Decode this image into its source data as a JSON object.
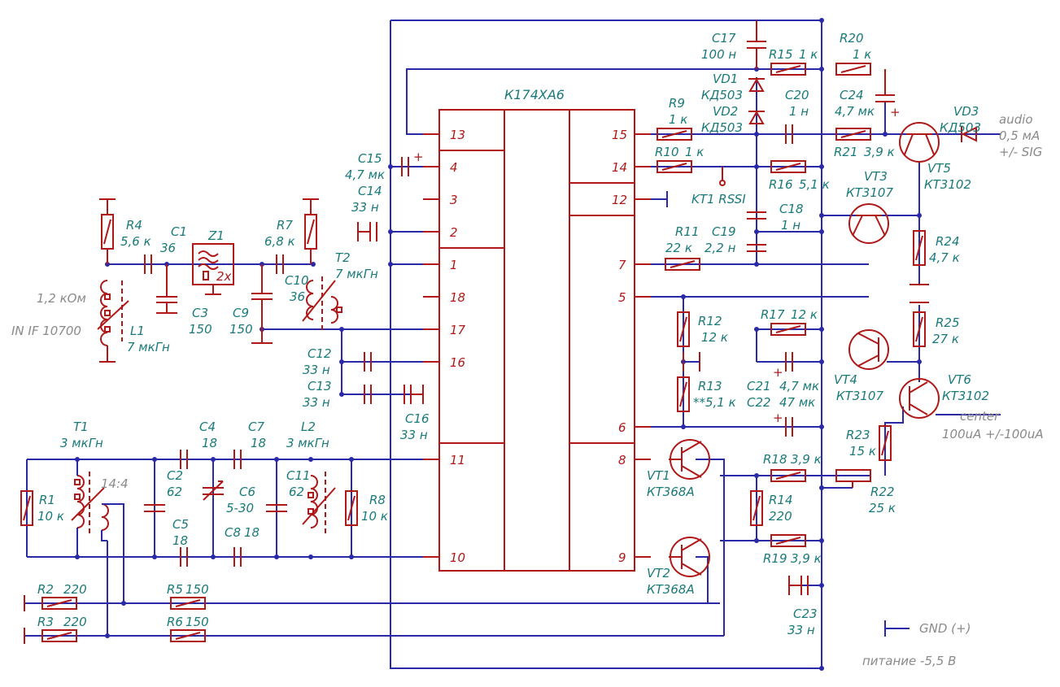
{
  "ic": {
    "name": "К174ХА6",
    "left_pins": [
      "13",
      "4",
      "3",
      "2",
      "1",
      "18",
      "17",
      "16",
      "11",
      "10"
    ],
    "right_pins": [
      "15",
      "14",
      "12",
      "7",
      "5",
      "6",
      "8",
      "9"
    ]
  },
  "inputs": {
    "if_impedance": "1,2 кОм",
    "if_input": "IN IF 10700",
    "audio_line1": "audio",
    "audio_line2": "0,5 мА",
    "audio_line3": "+/- SIG",
    "kt1": "KT1 RSSI",
    "center_line1": "center",
    "center_line2": "100uA +/-100uA",
    "gnd": "GND (+)",
    "supply": "питание -5,5 В"
  },
  "parts": {
    "R1": [
      "R1",
      "10 к"
    ],
    "R2": [
      "R2",
      "220"
    ],
    "R3": [
      "R3",
      "220"
    ],
    "R4": [
      "R4",
      "5,6 к"
    ],
    "R5": [
      "R5",
      "150"
    ],
    "R6": [
      "R6",
      "150"
    ],
    "R7": [
      "R7",
      "6,8 к"
    ],
    "R8": [
      "R8",
      "10 к"
    ],
    "R9": [
      "R9",
      "1 к"
    ],
    "R10": [
      "R10",
      "1 к"
    ],
    "R11": [
      "R11",
      "22 к"
    ],
    "R12": [
      "R12",
      "12 к"
    ],
    "R13": [
      "R13",
      "**5,1 к"
    ],
    "R14": [
      "R14",
      "220"
    ],
    "R15": [
      "R15",
      "1 к"
    ],
    "R16": [
      "R16",
      "5,1 к"
    ],
    "R17": [
      "R17",
      "12 к"
    ],
    "R18": [
      "R18",
      "3,9 к"
    ],
    "R19": [
      "R19",
      "3,9 к"
    ],
    "R20": [
      "R20",
      "1 к"
    ],
    "R21": [
      "R21",
      "3,9 к"
    ],
    "R22": [
      "R22",
      "25 к"
    ],
    "R23": [
      "R23",
      "15 к"
    ],
    "R24": [
      "R24",
      "4,7 к"
    ],
    "R25": [
      "R25",
      "27 к"
    ],
    "C1": [
      "C1",
      "36"
    ],
    "C2": [
      "C2",
      "62"
    ],
    "C3": [
      "C3",
      "150"
    ],
    "C4": [
      "C4",
      "18"
    ],
    "C5": [
      "C5",
      "18"
    ],
    "C6": [
      "C6",
      "5-30"
    ],
    "C7": [
      "C7",
      "18"
    ],
    "C8": [
      "C8",
      "18"
    ],
    "C9": [
      "C9",
      "150"
    ],
    "C10": [
      "C10",
      "36"
    ],
    "C11": [
      "C11",
      "62"
    ],
    "C12": [
      "C12",
      "33 н"
    ],
    "C13": [
      "C13",
      "33 н"
    ],
    "C14": [
      "C14",
      "33 н"
    ],
    "C15": [
      "C15",
      "4,7 мк"
    ],
    "C16": [
      "C16",
      "33 н"
    ],
    "C17": [
      "C17",
      "100 н"
    ],
    "C18": [
      "C18",
      "1 н"
    ],
    "C19": [
      "C19",
      "2,2 н"
    ],
    "C20": [
      "C20",
      "1 н"
    ],
    "C21": [
      "C21",
      "4,7 мк"
    ],
    "C22": [
      "C22",
      "47 мк"
    ],
    "C23": [
      "C23",
      "33 н"
    ],
    "C24": [
      "C24",
      "4,7 мк"
    ],
    "L1": [
      "L1",
      "7 мкГн"
    ],
    "L2": [
      "L2",
      "3 мкГн"
    ],
    "T1": [
      "T1",
      "3 мкГн"
    ],
    "T1ratio": "14:4",
    "T2": [
      "T2",
      "7 мкГн"
    ],
    "Z1": "Z1",
    "Z1x": "2x",
    "VD1": [
      "VD1",
      "КД503"
    ],
    "VD2": [
      "VD2",
      "КД503"
    ],
    "VD3": [
      "VD3",
      "КД503"
    ],
    "VT1": [
      "VT1",
      "КТ368А"
    ],
    "VT2": [
      "VT2",
      "КТ368А"
    ],
    "VT3": [
      "VT3",
      "КТ3107"
    ],
    "VT4": [
      "VT4",
      "КТ3107"
    ],
    "VT5": [
      "VT5",
      "КТ3102"
    ],
    "VT6": [
      "VT6",
      "КТ3102"
    ]
  }
}
